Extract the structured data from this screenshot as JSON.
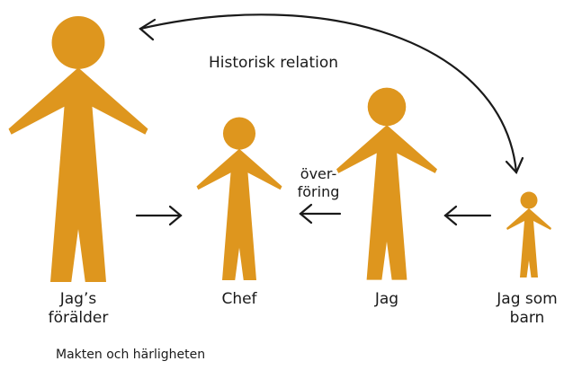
{
  "colors": {
    "figure": "#DE961E",
    "ink": "#1a1a1a",
    "background": "#ffffff"
  },
  "figures": [
    {
      "id": "parent",
      "label_lines": [
        "Jag’s",
        "förälder"
      ]
    },
    {
      "id": "boss",
      "label_lines": [
        "Chef"
      ]
    },
    {
      "id": "me",
      "label_lines": [
        "Jag"
      ]
    },
    {
      "id": "child",
      "label_lines": [
        "Jag som",
        "barn"
      ]
    }
  ],
  "relation_label": "Historisk relation",
  "transfer_label_lines": [
    "över-",
    "föring"
  ],
  "caption": "Makten och härligheten"
}
